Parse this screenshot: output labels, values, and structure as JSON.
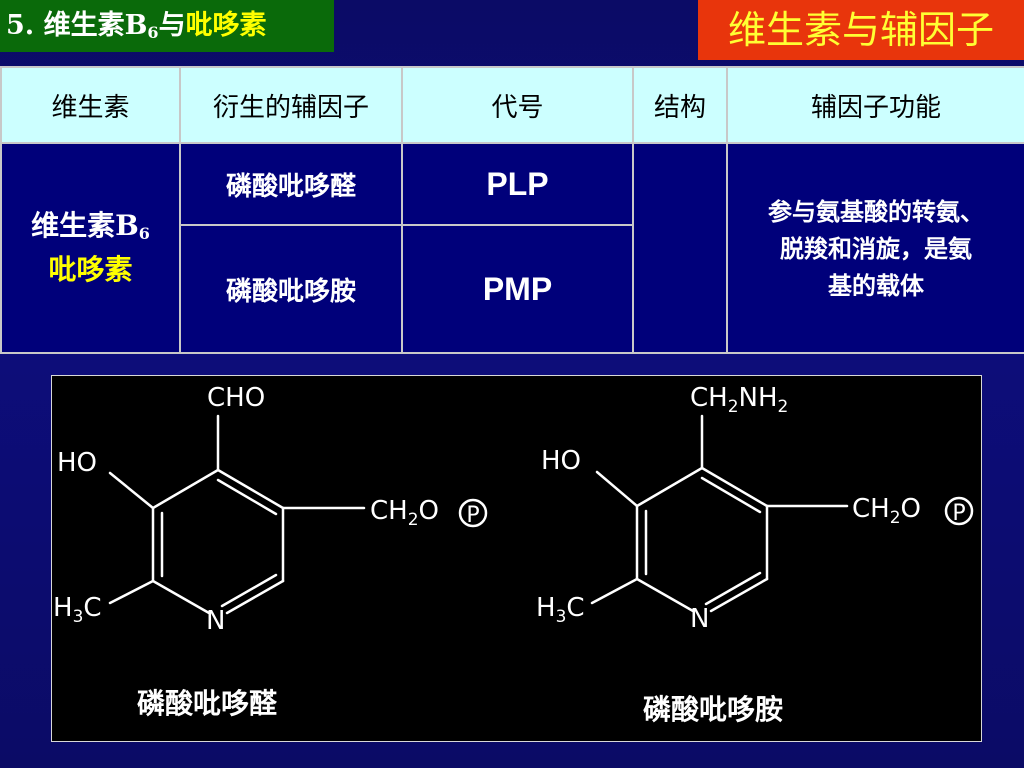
{
  "header": {
    "section_prefix": "5. 维生素B",
    "section_sub": "6",
    "section_mid": "与",
    "section_highlight": "吡哆素",
    "main_title": "维生素与辅因子"
  },
  "table": {
    "headers": [
      "维生素",
      "衍生的辅因子",
      "代号",
      "结构",
      "辅因子功能"
    ],
    "vitamin_prefix": "维生素B",
    "vitamin_sub": "6",
    "vitamin_alt": "吡哆素",
    "rows": [
      {
        "cofactor": "磷酸吡哆醛",
        "code": "PLP"
      },
      {
        "cofactor": "磷酸吡哆胺",
        "code": "PMP"
      }
    ],
    "function_lines": [
      "参与氨基酸的转氨、",
      "脱羧和消旋，是氨",
      "基的载体"
    ]
  },
  "structures": {
    "left": {
      "name": "磷酸吡哆醛",
      "top_group": "CHO",
      "ho": "HO",
      "ch3_h": "H",
      "ch3_sub": "3",
      "ch3_c": "C",
      "n": "N",
      "side_a": "CH",
      "side_sub": "2",
      "side_b": "O",
      "p": "P"
    },
    "right": {
      "name": "磷酸吡哆胺",
      "top_a": "CH",
      "top_sub1": "2",
      "top_b": "NH",
      "top_sub2": "2",
      "ho": "HO",
      "ch3_h": "H",
      "ch3_sub": "3",
      "ch3_c": "C",
      "n": "N",
      "side_a": "CH",
      "side_sub": "2",
      "side_b": "O",
      "p": "P"
    }
  },
  "colors": {
    "background": "#0b0b66",
    "section_title_bg": "#0a6a0a",
    "main_title_bg": "#e8350c",
    "main_title_text": "#ffff33",
    "highlight": "#ffff00",
    "table_header_bg": "#ccffff",
    "table_cell_bg": "#00007a"
  }
}
